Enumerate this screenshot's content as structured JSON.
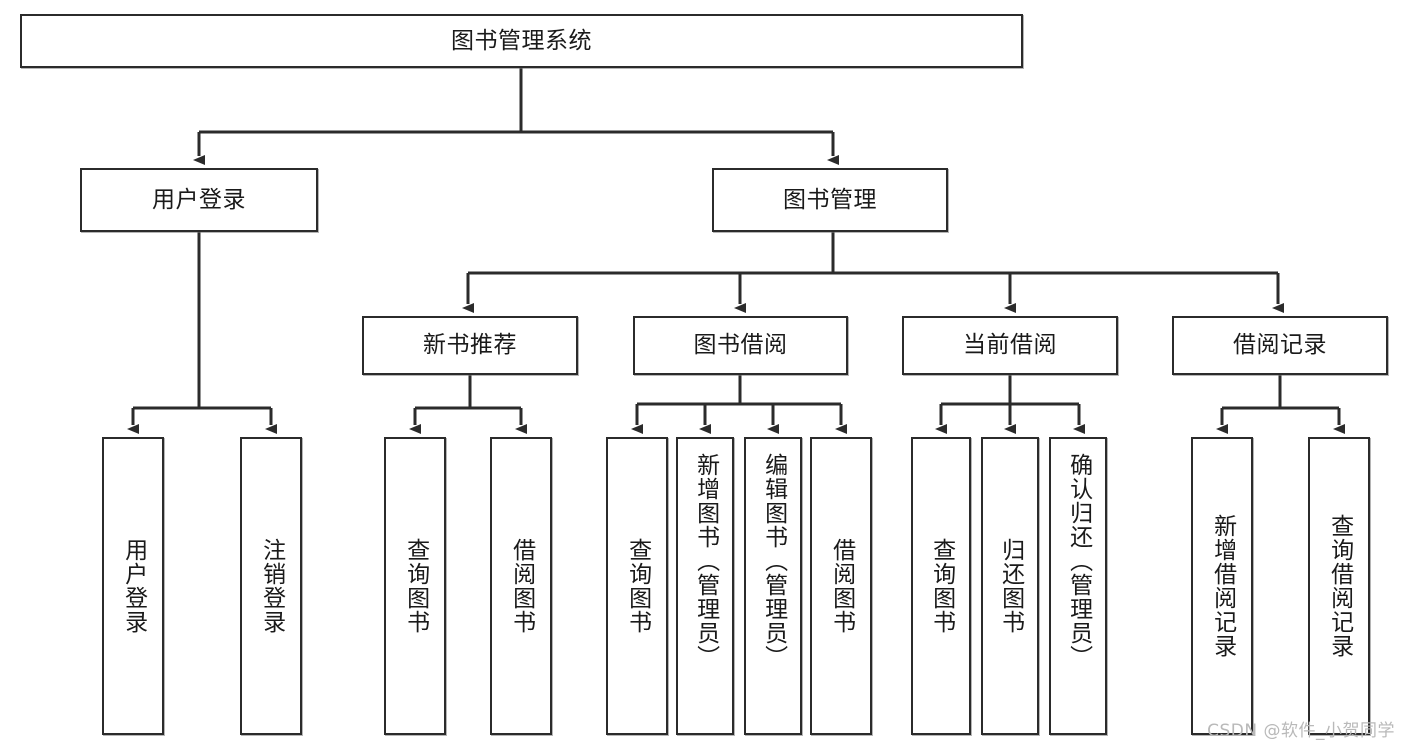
{
  "diagram": {
    "type": "tree-hierarchy",
    "title": "图书管理系统",
    "watermark": "CSDN @软件_小贺同学",
    "colors": {
      "box_border": "#2b2b2b",
      "box_fill": "#ffffff",
      "connector": "#2b2b2b",
      "text": "#1a1a1a",
      "watermark": "#b9b9b9"
    },
    "nodes": {
      "root": {
        "label": "图书管理系统"
      },
      "level2": [
        {
          "label": "用户登录"
        },
        {
          "label": "图书管理"
        }
      ],
      "level3": [
        {
          "label": "新书推荐"
        },
        {
          "label": "图书借阅"
        },
        {
          "label": "当前借阅"
        },
        {
          "label": "借阅记录"
        }
      ],
      "leaves": {
        "user_login": [
          {
            "label": "用户登录"
          },
          {
            "label": "注销登录"
          }
        ],
        "new_book_recommend": [
          {
            "label": "查询图书"
          },
          {
            "label": "借阅图书"
          }
        ],
        "book_borrow": [
          {
            "label": "查询图书"
          },
          {
            "label": "新增图书（管理员）"
          },
          {
            "label": "编辑图书（管理员）"
          },
          {
            "label": "借阅图书"
          }
        ],
        "current_borrow": [
          {
            "label": "查询图书"
          },
          {
            "label": "归还图书"
          },
          {
            "label": "确认归还（管理员）"
          }
        ],
        "borrow_record": [
          {
            "label": "新增借阅记录"
          },
          {
            "label": "查询借阅记录"
          }
        ]
      }
    }
  }
}
